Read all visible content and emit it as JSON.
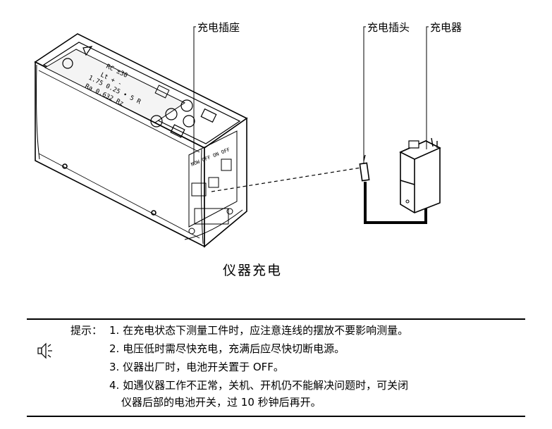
{
  "labels": {
    "charging_socket": "充电插座",
    "charging_plug": "充电插头",
    "charger": "充电器"
  },
  "device_panel": {
    "row1": [
      "RC",
      "±30"
    ],
    "row2": [
      "Lt",
      "+",
      "-"
    ],
    "row3": [
      "1.75",
      "0.25",
      "5",
      "R"
    ],
    "row4": [
      "Ra",
      "0.632",
      "Rz"
    ],
    "side_text": "NOW OFF ON OFF"
  },
  "caption": "仪器充电",
  "tips": {
    "heading": "提示：",
    "items": [
      "1. 在充电状态下测量工件时，应注意连线的摆放不要影响测量。",
      "2. 电压低时需尽快充电，充满后应尽快切断电源。",
      "3. 仪器出厂时，电池开关置于 OFF。",
      "4. 如遇仪器工作不正常，关机、开机仍不能解决问题时，可关闭",
      "仪器后部的电池开关，过 10 秒钟后再开。"
    ]
  }
}
